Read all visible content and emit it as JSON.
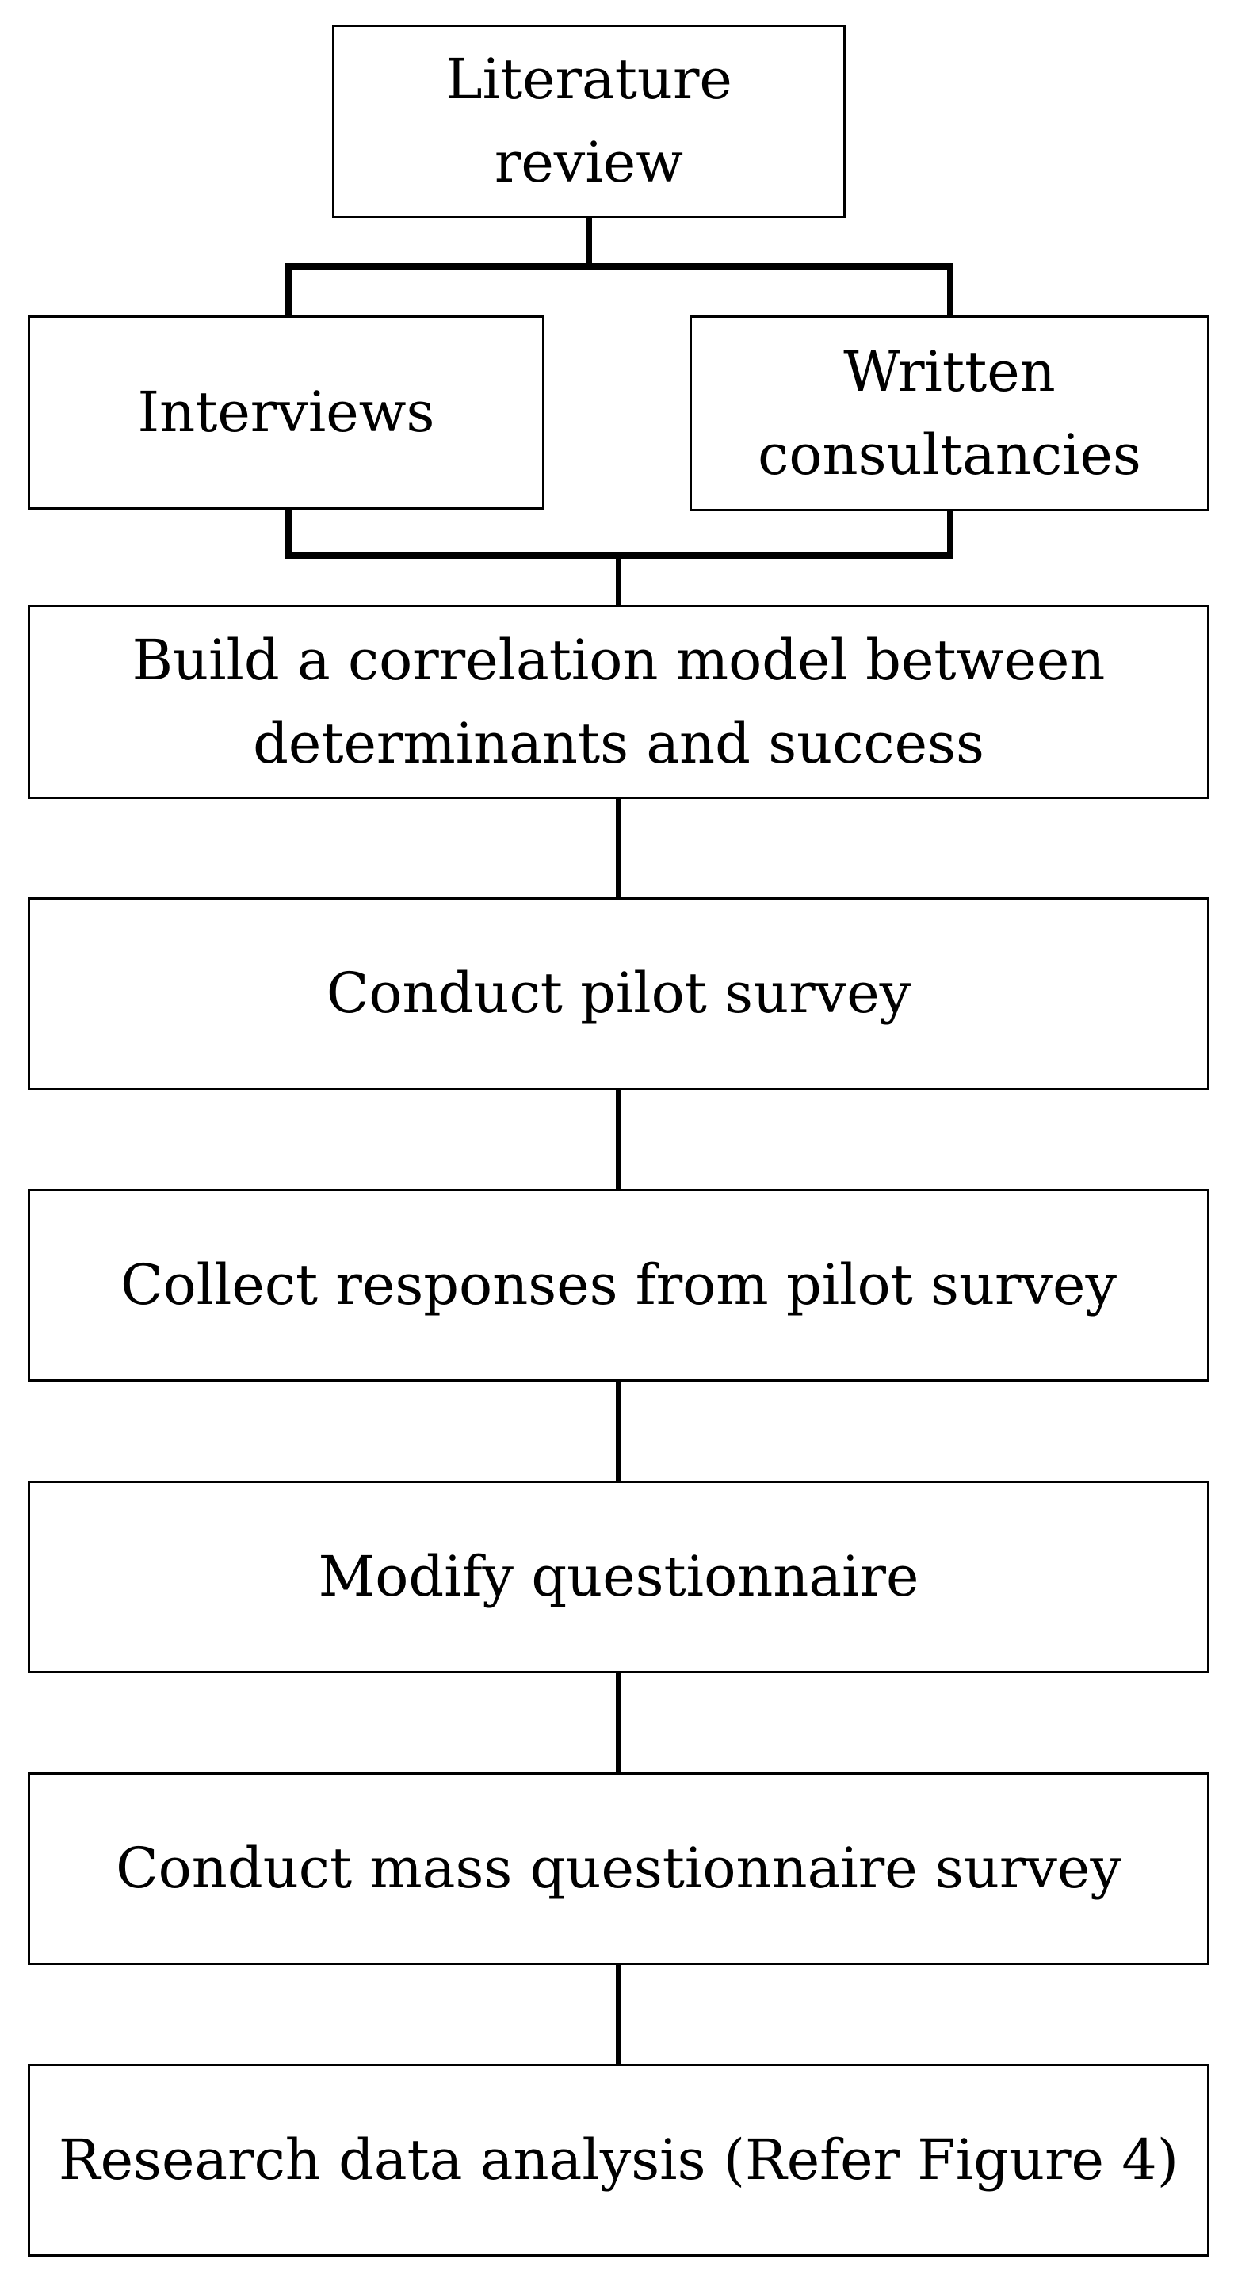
{
  "diagram": {
    "type": "flowchart",
    "background_color": "#ffffff",
    "box_fill_color": "#ffffff",
    "box_border_color": "#000000",
    "text_color": "#000000",
    "connector_color": "#000000",
    "nodes": {
      "literature_review": {
        "label": "Literature\nreview"
      },
      "interviews": {
        "label": "Interviews"
      },
      "written_consultancies": {
        "label": "Written\nconsultancies"
      },
      "build_model": {
        "label": "Build a correlation model between\ndeterminants and success"
      },
      "pilot_survey": {
        "label": "Conduct pilot survey"
      },
      "collect_responses": {
        "label": "Collect responses from pilot survey"
      },
      "modify_questionnaire": {
        "label": "Modify questionnaire"
      },
      "mass_survey": {
        "label": "Conduct mass questionnaire survey"
      },
      "data_analysis": {
        "label": "Research data analysis (Refer Figure 4)"
      }
    },
    "edges": [
      {
        "from": "literature_review",
        "to": "interviews"
      },
      {
        "from": "literature_review",
        "to": "written_consultancies"
      },
      {
        "from": "interviews",
        "to": "build_model"
      },
      {
        "from": "written_consultancies",
        "to": "build_model"
      },
      {
        "from": "build_model",
        "to": "pilot_survey"
      },
      {
        "from": "pilot_survey",
        "to": "collect_responses"
      },
      {
        "from": "collect_responses",
        "to": "modify_questionnaire"
      },
      {
        "from": "modify_questionnaire",
        "to": "mass_survey"
      },
      {
        "from": "mass_survey",
        "to": "data_analysis"
      }
    ]
  }
}
